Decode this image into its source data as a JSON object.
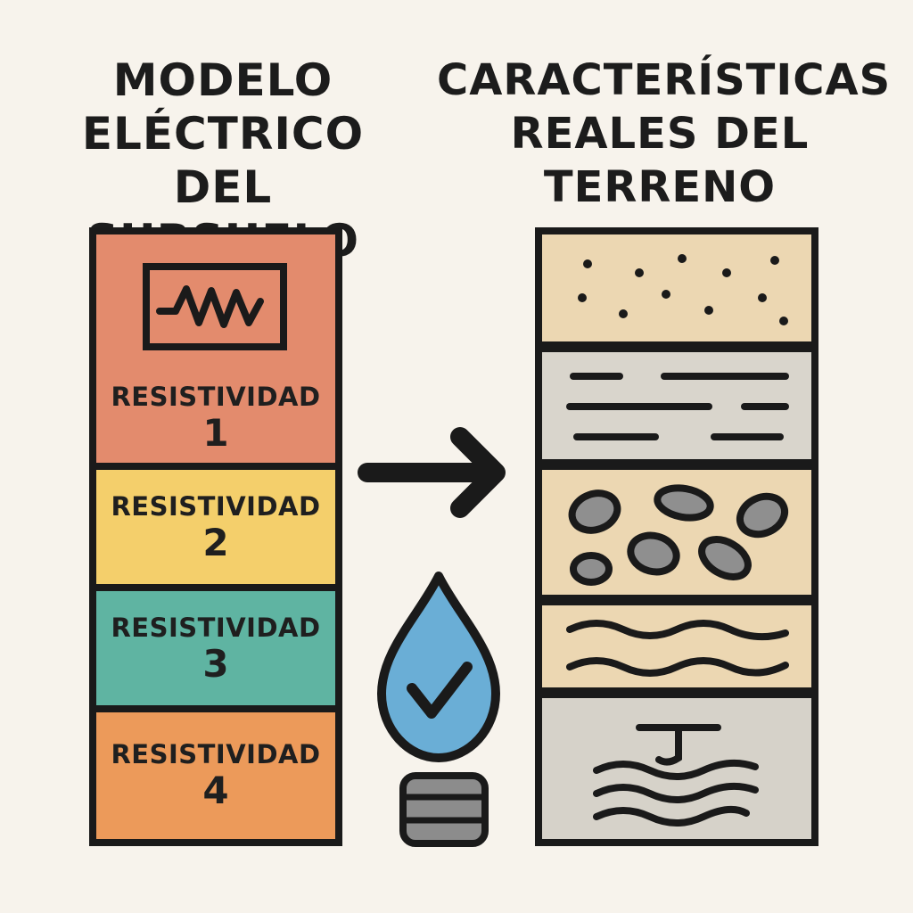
{
  "left_title": [
    "MODELO",
    "ELÉCTRICO",
    "DEL SUBSUELO"
  ],
  "right_title": [
    "CARACTERÍSTICAS",
    "REALES DEL",
    "TERRENO"
  ],
  "electrical_layers": [
    {
      "label": "RESISTIVIDAD",
      "number": "1",
      "color": "#e38b6d"
    },
    {
      "label": "RESISTIVIDAD",
      "number": "2",
      "color": "#f4cf6b"
    },
    {
      "label": "RESISTIVIDAD",
      "number": "3",
      "color": "#5fb4a2"
    },
    {
      "label": "RESISTIVIDAD",
      "number": "4",
      "color": "#ec9a5a"
    }
  ],
  "terrain_layers": [
    {
      "name": "sand",
      "color": "#ecd7b2"
    },
    {
      "name": "clay",
      "color": "#d9d5cc"
    },
    {
      "name": "gravel",
      "color": "#ecd7b2"
    },
    {
      "name": "silt",
      "color": "#ecd7b2"
    },
    {
      "name": "bedrock-aquifer",
      "color": "#d6d2c9"
    }
  ],
  "icons": [
    "resistivity-signal-icon",
    "right-arrow-icon",
    "water-drop-check-icon",
    "data-storage-icon"
  ],
  "colors": {
    "outline": "#1a1a1a",
    "water": "#6aaed6",
    "stone": "#8f8f8f",
    "storage": "#8c8c8c"
  }
}
